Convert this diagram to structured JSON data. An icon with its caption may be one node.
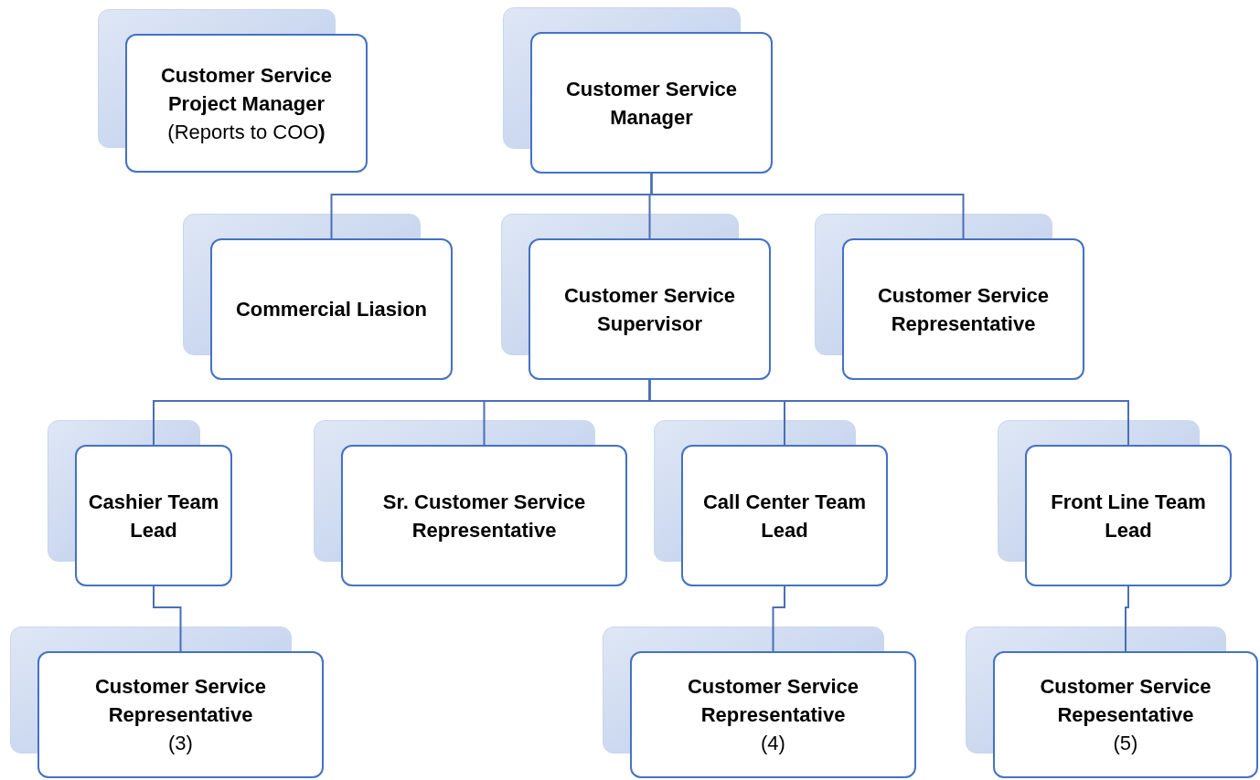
{
  "diagram": {
    "nodes": [
      {
        "text": [
          "Customer Service Project Manager",
          "(Reports to COO**)**"
        ]
      },
      {
        "text": [
          "Customer Service Manager"
        ]
      },
      {
        "text": [
          "Commercial Liasion"
        ]
      },
      {
        "text": [
          "Customer Service Supervisor"
        ]
      },
      {
        "text": [
          "Customer Service Representative"
        ]
      },
      {
        "text": [
          "Cashier Team Lead"
        ]
      },
      {
        "text": [
          "Sr. Customer Service Representative"
        ]
      },
      {
        "text": [
          "Call Center Team Lead"
        ]
      },
      {
        "text": [
          "Front Line Team Lead"
        ]
      },
      {
        "text": [
          "Customer Service Representative",
          "(3)"
        ]
      },
      {
        "text": [
          "Customer Service Representative",
          "(4)"
        ]
      },
      {
        "text": [
          "Customer Service Repesentative",
          "(5)"
        ]
      }
    ],
    "edges": [
      {
        "from": 1,
        "to": 2,
        "arrow": "none"
      },
      {
        "from": 1,
        "to": 3,
        "arrow": "none"
      },
      {
        "from": 1,
        "to": 4,
        "arrow": "none"
      },
      {
        "from": 3,
        "to": 5,
        "arrow": "none"
      },
      {
        "from": 3,
        "to": 6,
        "arrow": "none"
      },
      {
        "from": 3,
        "to": 7,
        "arrow": "none"
      },
      {
        "from": 3,
        "to": 8,
        "arrow": "none"
      },
      {
        "from": 5,
        "to": 9,
        "arrow": "none"
      },
      {
        "from": 7,
        "to": 10,
        "arrow": "none"
      },
      {
        "from": 8,
        "to": 11,
        "arrow": "none"
      }
    ]
  }
}
